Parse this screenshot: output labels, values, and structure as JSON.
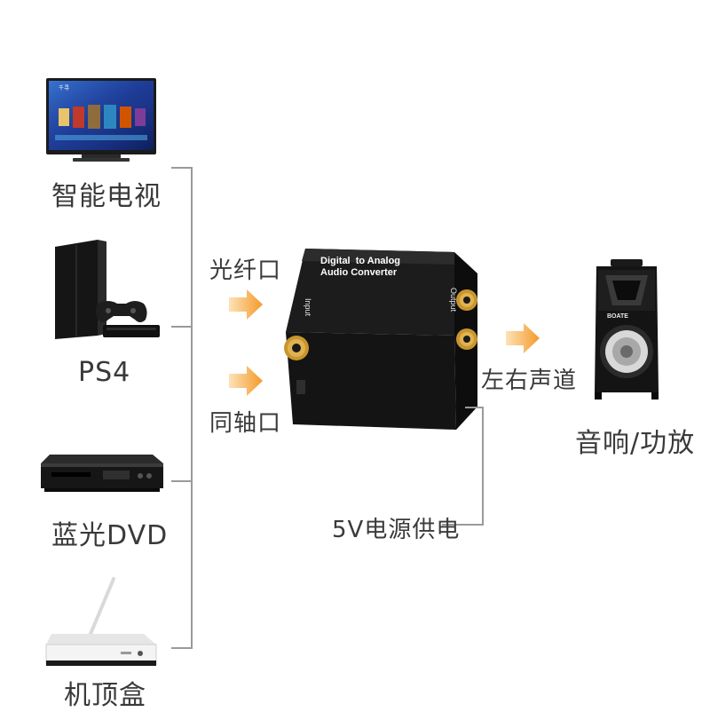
{
  "sources": [
    {
      "label": "智能电视",
      "icon": "smart-tv-icon"
    },
    {
      "label": "PS4",
      "icon": "ps4-console-icon"
    },
    {
      "label": "蓝光DVD",
      "icon": "bluray-dvd-player-icon"
    },
    {
      "label": "机顶盒",
      "icon": "set-top-box-icon"
    }
  ],
  "inputs": {
    "optical_label": "光纤口",
    "coaxial_label": "同轴口"
  },
  "converter": {
    "title_line1": "Digital  to Analog",
    "title_line2": "Audio Converter",
    "input_side_label": "Input",
    "output_side_label": "Output"
  },
  "output": {
    "channel_label": "左右声道",
    "device_label": "音响/功放",
    "speaker_brand": "BOATE"
  },
  "power": {
    "label": "5V电源供电"
  },
  "tv_screen": {
    "logo_text": "千寻"
  },
  "colors": {
    "arrow_orange": "#f6a13a",
    "bracket_gray": "#9a9a9a",
    "rca_gold": "#d6a640"
  }
}
